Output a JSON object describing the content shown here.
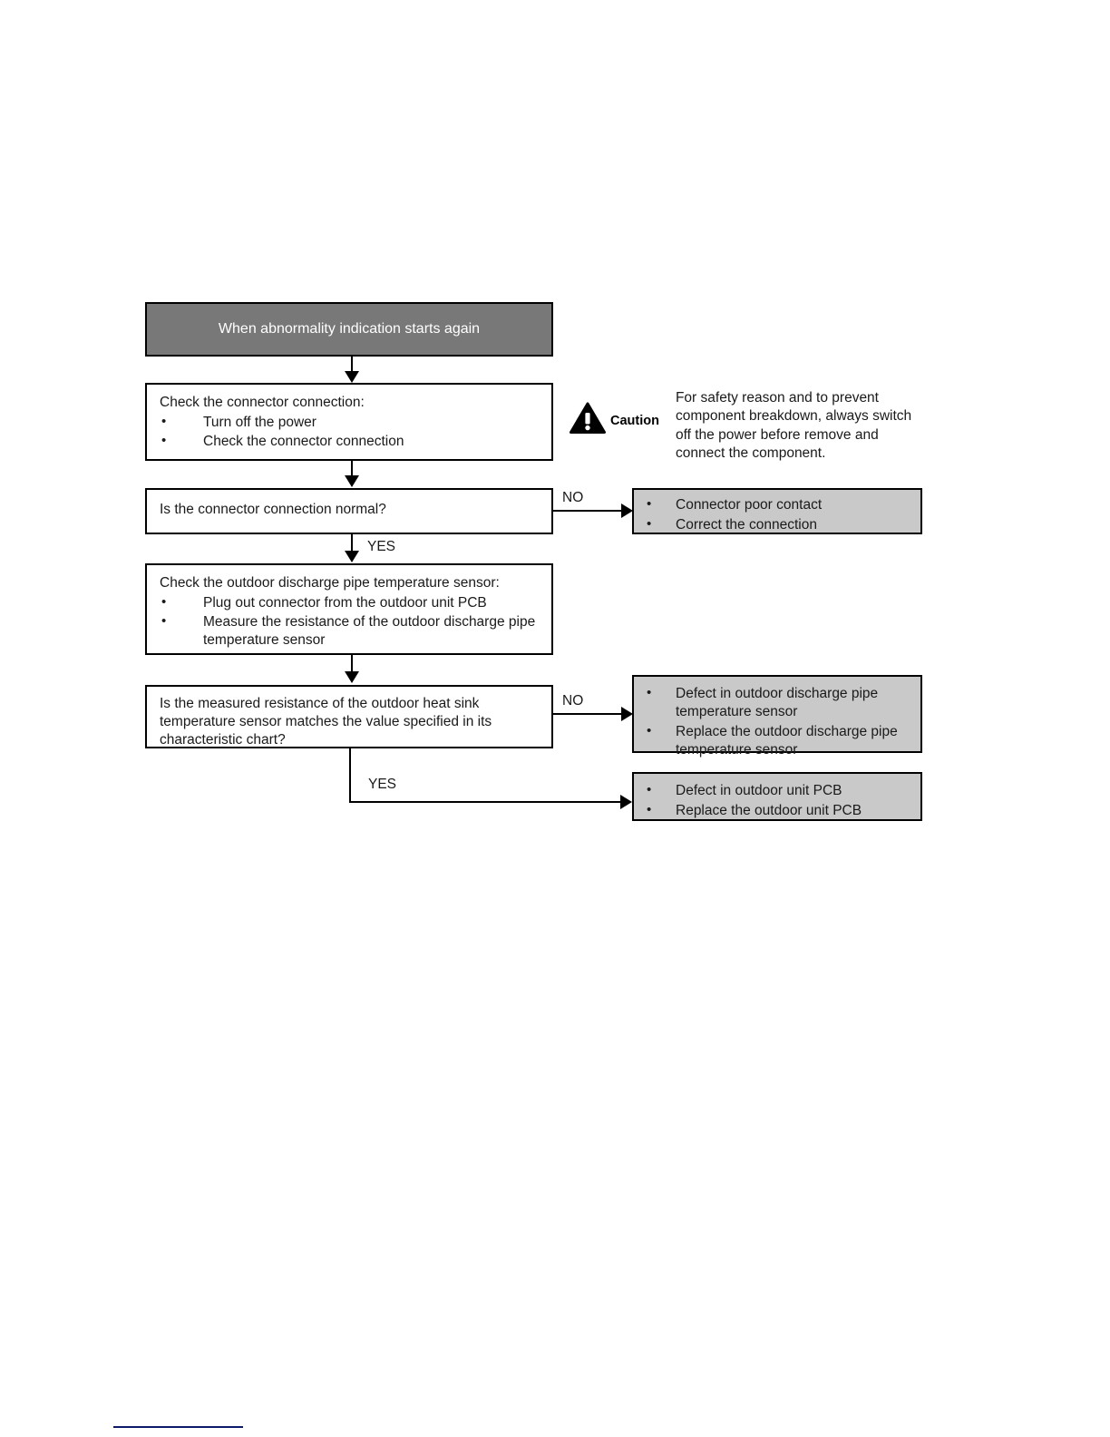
{
  "diagram": {
    "title": "Outdoor discharge pipe temperature sensor abnormality troubleshooting flowchart",
    "colors": {
      "header_fill": "#787878",
      "result_fill": "#c9c9c9",
      "line": "#000000",
      "footnote_rule": "#0b1a6b"
    },
    "header": {
      "text": "When abnormality indication starts again"
    },
    "steps": [
      {
        "id": "check-connector",
        "title": "Check the connector connection:",
        "bullets": [
          "Turn off the power",
          "Check the connector connection"
        ]
      },
      {
        "id": "connector-normal",
        "title": "Is the connector connection normal?",
        "bullets": []
      },
      {
        "id": "check-sensor",
        "title": "Check the outdoor discharge pipe temperature sensor:",
        "bullets": [
          "Plug out connector from the outdoor unit PCB",
          "Measure the resistance of the outdoor discharge pipe temperature sensor"
        ]
      },
      {
        "id": "resistance-match",
        "title": "Is the measured resistance of the outdoor heat sink temperature sensor matches the value specified in its characteristic chart?",
        "bullets": []
      }
    ],
    "results": [
      {
        "id": "connector-poor-contact",
        "bullets": [
          "Connector poor contact",
          "Correct the connection"
        ]
      },
      {
        "id": "sensor-defect",
        "bullets": [
          "Defect in outdoor discharge pipe temperature sensor",
          "Replace the outdoor discharge pipe temperature sensor"
        ]
      },
      {
        "id": "pcb-defect",
        "bullets": [
          "Defect in outdoor unit PCB",
          "Replace the outdoor unit PCB"
        ]
      }
    ],
    "edge_labels": {
      "no_1": "NO",
      "yes_1": "YES",
      "no_2": "NO",
      "yes_2": "YES"
    },
    "caution": {
      "icon": "warning-triangle-icon",
      "label": "Caution",
      "text": "For safety reason and to prevent component breakdown, always switch off the power before remove and connect the component."
    }
  }
}
